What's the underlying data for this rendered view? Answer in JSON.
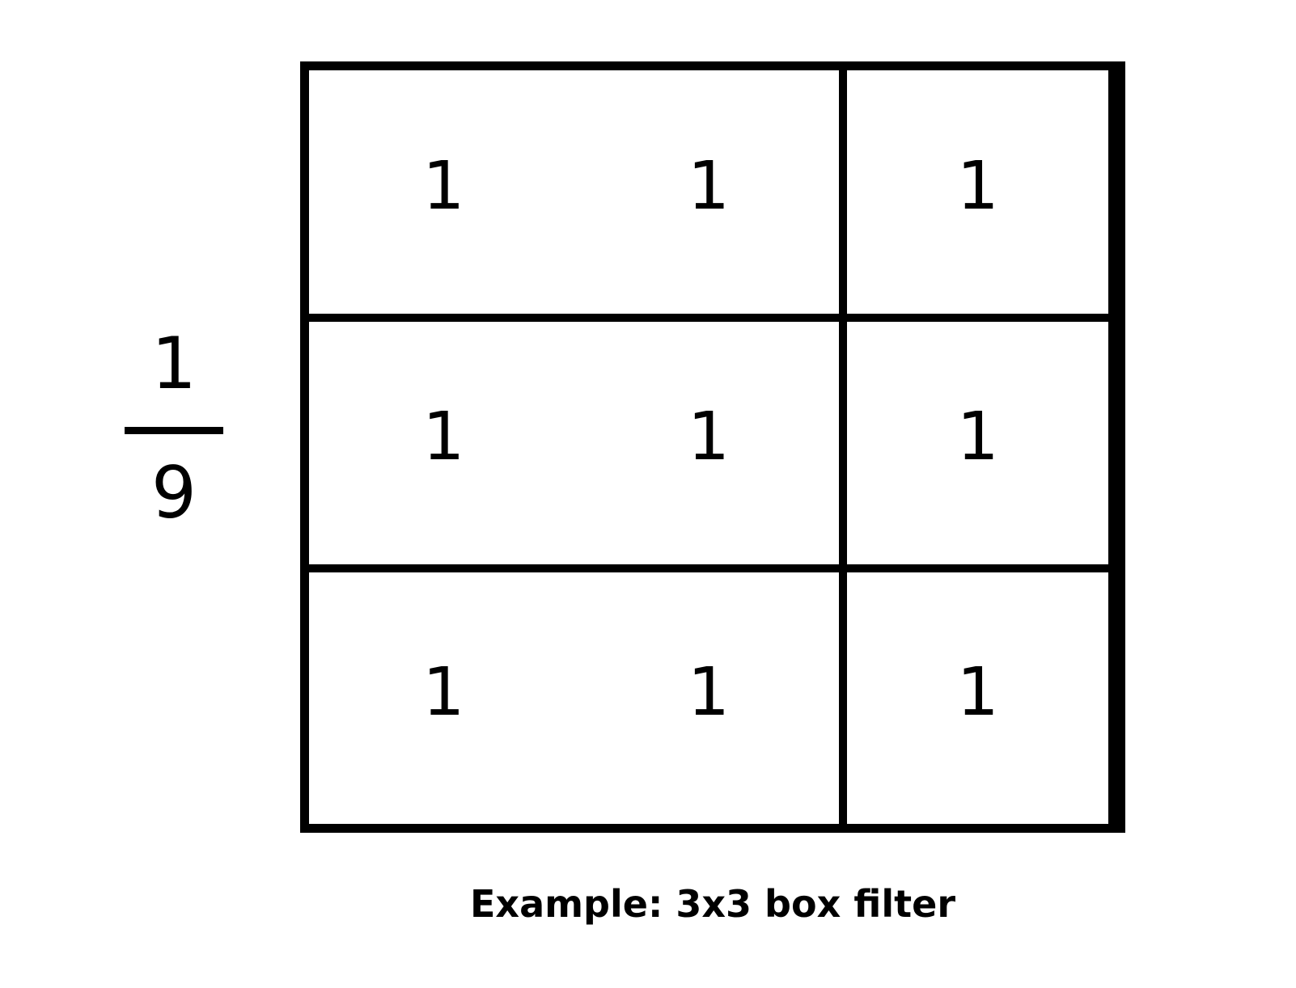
{
  "fraction": {
    "numerator": "1",
    "denominator": "9"
  },
  "kernel": {
    "rows": [
      [
        "1",
        "1",
        "1"
      ],
      [
        "1",
        "1",
        "1"
      ],
      [
        "1",
        "1",
        "1"
      ]
    ]
  },
  "caption": "Example: 3x3 box filter",
  "colors": {
    "ink": "#000000",
    "background": "#ffffff"
  }
}
